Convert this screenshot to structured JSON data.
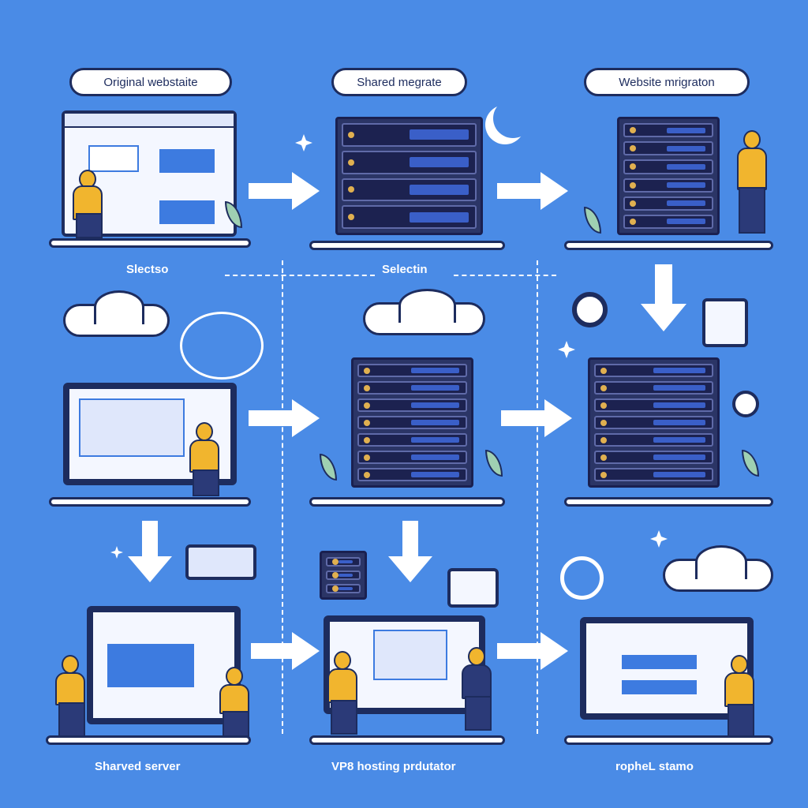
{
  "top_labels": [
    "Original webstaite",
    "Shared megrate",
    "Website mrigraton"
  ],
  "middle_labels": [
    "Slectso",
    "Selectin"
  ],
  "bottom_labels": [
    "Sharved server",
    "VP8 hosting prdutator",
    "ropheL stamo"
  ],
  "colors": {
    "background": "#4a8be6",
    "outline": "#1d2c5e",
    "accent": "#f1b52e"
  }
}
